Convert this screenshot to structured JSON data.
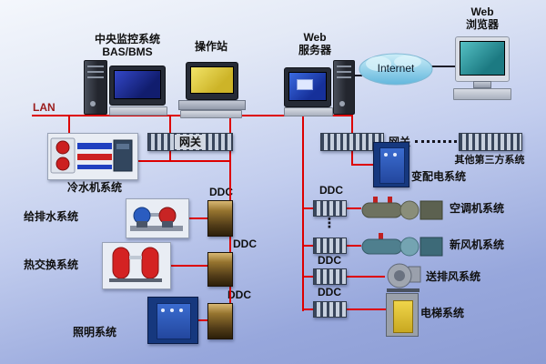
{
  "colors": {
    "line_red": "#dd0000",
    "cloud_blue": "#62b7dd",
    "cabinet_blue": "#16387e"
  },
  "top": {
    "pc1_line1": "中央监控系统",
    "pc1_line2": "BAS/BMS",
    "pc2_label": "操作站",
    "pc3_line1": "Web",
    "pc3_line2": "服务器",
    "cloud": "Internet",
    "pc4_line1": "Web",
    "pc4_line2": "浏览器"
  },
  "lan_label": "LAN",
  "gateway1": "网关",
  "gateway2": "网关",
  "third_party": "其他第三方系统",
  "power": "变配电系统",
  "left": {
    "chiller": "冷水机系统",
    "water": "给排水系统",
    "heat": "热交换系统",
    "lighting": "照明系统",
    "ddc1": "DDC",
    "ddc2": "DDC",
    "ddc3": "DDC"
  },
  "right": {
    "ddc1": "DDC",
    "dots": "⋮",
    "ddc3": "DDC",
    "ddc4": "DDC",
    "ahu": "空调机系统",
    "fresh_air": "新风机系统",
    "exhaust": "送排风系统",
    "elevator": "电梯系统"
  }
}
